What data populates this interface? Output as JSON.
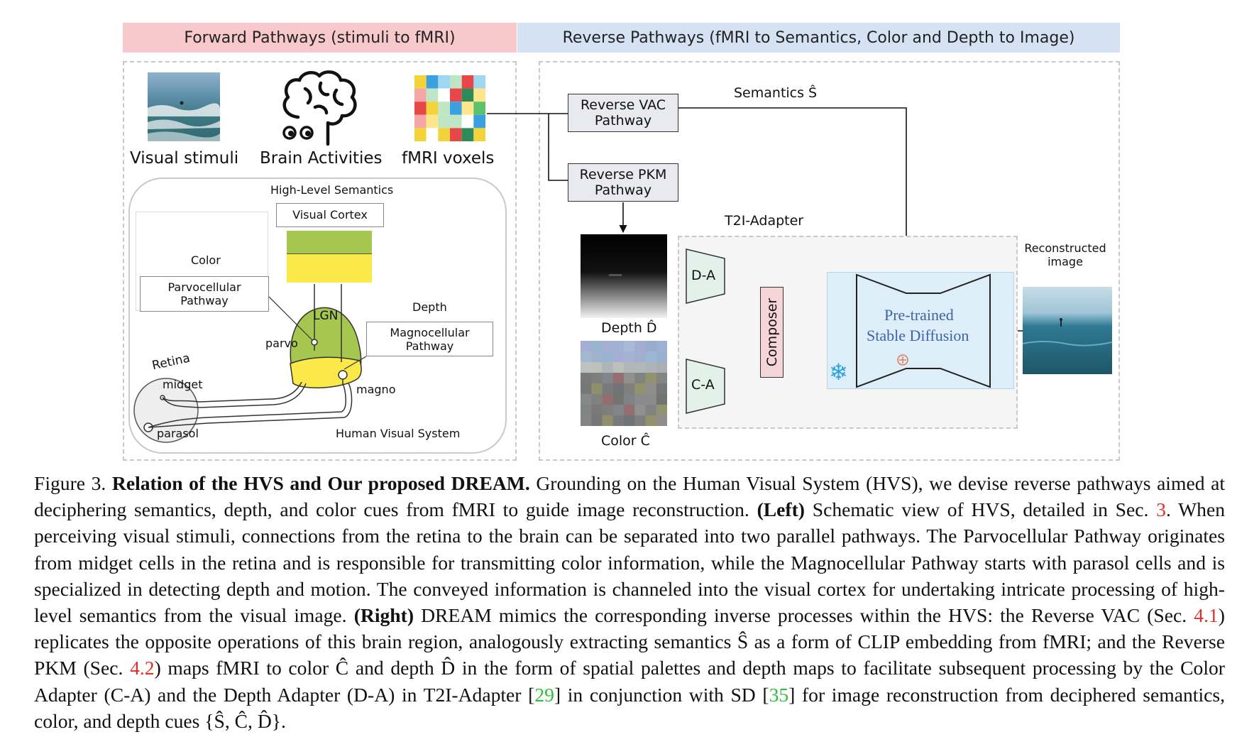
{
  "headers": {
    "forward": "Forward Pathways (stimuli to fMRI)",
    "reverse": "Reverse Pathways (fMRI to Semantics, Color and Depth to Image)"
  },
  "forward_panel": {
    "visual_stimuli": "Visual stimuli",
    "brain_activities": "Brain Activities",
    "fmri_voxels": "fMRI voxels",
    "high_level_semantics": "High-Level Semantics",
    "visual_cortex": "Visual Cortex",
    "color": "Color",
    "parvocellular": "Parvocellular\nPathway",
    "lgn": "LGN",
    "depth": "Depth",
    "magnocellular": "Magnocellular\nPathway",
    "parvo": "parvo",
    "retina": "Retina",
    "midget": "midget",
    "magno": "magno",
    "parasol": "parasol",
    "human_visual_system": "Human Visual System"
  },
  "reverse_panel": {
    "reverse_vac": "Reverse VAC\nPathway",
    "semantics": "Semantics Ŝ",
    "reverse_pkm": "Reverse PKM\nPathway",
    "t2i_adapter": "T2I-Adapter",
    "depth_label": "Depth D̂",
    "color_label": "Color Ĉ",
    "d_a": "D-A",
    "c_a": "C-A",
    "composer": "Composer",
    "stable_diffusion_line1": "Pre-trained",
    "stable_diffusion_line2": "Stable Diffusion",
    "reconstructed": "Reconstructed\nimage"
  },
  "colors": {
    "forward_band": "#f7c9cc",
    "reverse_band": "#d5e2f3",
    "green": "#a5c74f",
    "yellow": "#fbe94a",
    "box_fill": "#e9eaf0",
    "adapter_fill": "#e2f1ea",
    "composer_fill": "#f6d5d8",
    "sd_fill": "#ddeef8",
    "sd_text": "#3f63a6"
  },
  "caption": {
    "figure_label": "Figure 3. ",
    "bold_title": "Relation of the HVS and Our proposed DREAM.",
    "part1": " Grounding on the Human Visual System (HVS), we devise reverse pathways aimed at deciphering semantics, depth, and color cues from fMRI to guide image reconstruction. ",
    "left": "(Left)",
    "part2": " Schematic view of HVS, detailed in Sec. ",
    "ref_sec3": "3",
    "part3": ". When perceiving visual stimuli, connections from the retina to the brain can be separated into two parallel pathways. The Parvocellular Pathway originates from midget cells in the retina and is responsible for transmitting color information, while the Magnocellular Pathway starts with parasol cells and is specialized in detecting depth and motion. The conveyed information is channeled into the visual cortex for undertaking intricate processing of high-level semantics from the visual image. ",
    "right": "(Right)",
    "part4": " DREAM mimics the corresponding inverse processes within the HVS: the Reverse VAC (Sec. ",
    "ref_41": "4.1",
    "part5": ") replicates the opposite operations of this brain region, analogously extracting semantics Ŝ as a form of CLIP embedding from fMRI; and the Reverse PKM (Sec. ",
    "ref_42": "4.2",
    "part6": ") maps fMRI to color Ĉ and depth D̂ in the form of spatial palettes and depth maps to facilitate subsequent processing by the Color Adapter (C-A) and the Depth Adapter (D-A) in T2I-Adapter [",
    "ref_29": "29",
    "part7": "] in conjunction with SD [",
    "ref_35": "35",
    "part8": "] for image reconstruction from deciphered semantics, color, and depth cues {Ŝ, Ĉ, D̂}."
  }
}
